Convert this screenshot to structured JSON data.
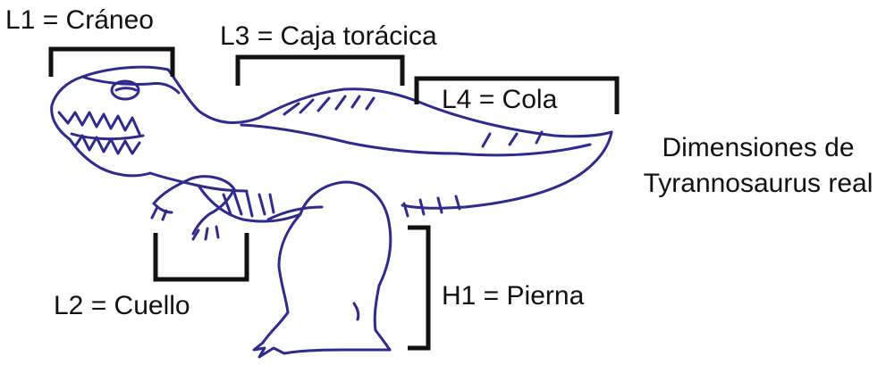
{
  "labels": {
    "l1": "L1 = Cráneo",
    "l2": "L2 = Cuello",
    "l3": "L3 = Caja torácica",
    "l4": "L4 = Cola",
    "h1": "H1 = Pierna"
  },
  "title": {
    "line1": "Dimensiones de",
    "line2": "Tyrannosaurus real"
  },
  "colors": {
    "ink": "#2e2a8f",
    "bracket": "#111111",
    "text": "#111111"
  }
}
